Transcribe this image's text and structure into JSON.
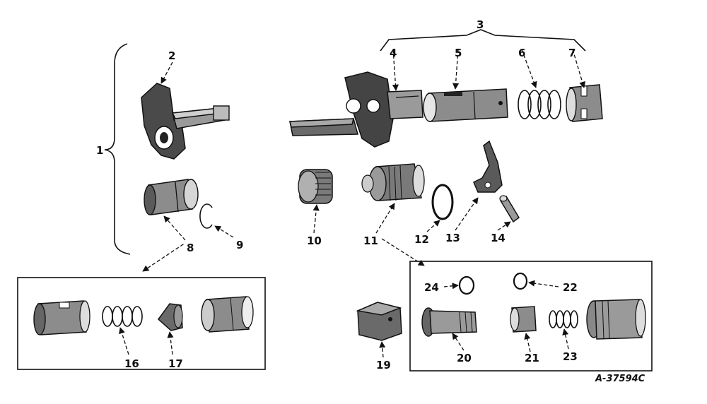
{
  "callouts": {
    "c1": "1",
    "c2": "2",
    "c3": "3",
    "c4": "4",
    "c5": "5",
    "c6": "6",
    "c7": "7",
    "c8": "8",
    "c9": "9",
    "c10": "10",
    "c11": "11",
    "c12": "12",
    "c13": "13",
    "c14": "14",
    "c16": "16",
    "c17": "17",
    "c19": "19",
    "c20": "20",
    "c21": "21",
    "c22": "22",
    "c23": "23",
    "c24": "24"
  },
  "figure_id": "A-37594C"
}
